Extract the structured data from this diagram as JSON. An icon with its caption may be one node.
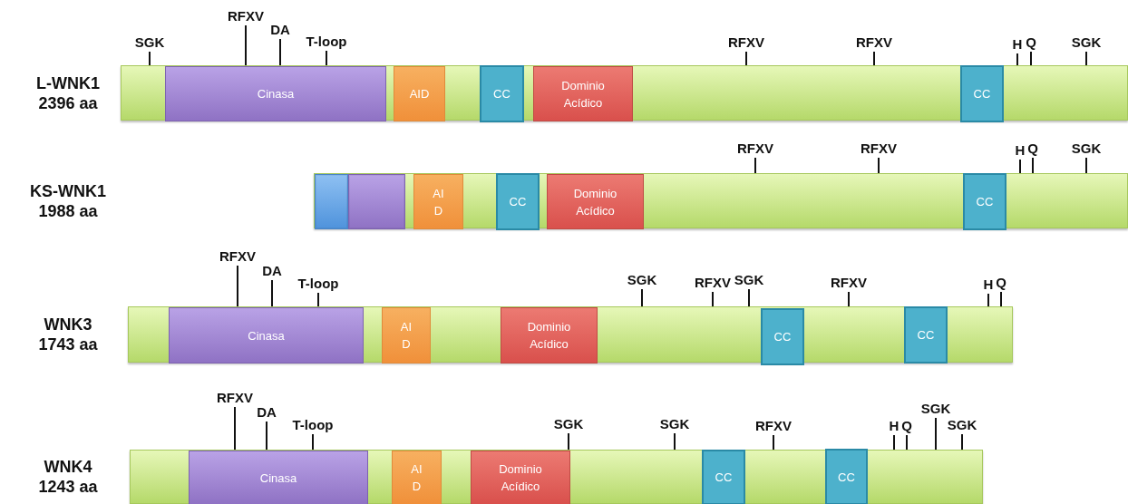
{
  "diagram": {
    "nodes": [
      {
        "text": [],
        "shape": "bar",
        "beside": [
          "L-WNK1",
          "2396 aa"
        ]
      },
      {
        "text": [
          "Cinasa"
        ],
        "in": 0
      },
      {
        "text": [
          "AID"
        ],
        "in": 0
      },
      {
        "text": [
          "CC"
        ],
        "in": 0
      },
      {
        "text": [
          "Dominio Acídico"
        ],
        "in": 0
      },
      {
        "text": [
          "CC"
        ],
        "in": 0
      },
      {
        "text": [],
        "shape": "bar",
        "beside": [
          "KS-WNK1",
          "1988 aa"
        ]
      },
      {
        "text": [],
        "shape": "box",
        "in": 6
      },
      {
        "text": [],
        "shape": "box",
        "in": 6
      },
      {
        "text": [
          "AI D"
        ],
        "in": 6
      },
      {
        "text": [
          "CC"
        ],
        "in": 6
      },
      {
        "text": [
          "Dominio Acídico"
        ],
        "in": 6
      },
      {
        "text": [
          "CC"
        ],
        "in": 6
      },
      {
        "text": [],
        "shape": "bar",
        "beside": [
          "WNK3",
          "1743 aa"
        ]
      },
      {
        "text": [
          "Cinasa"
        ],
        "in": 13
      },
      {
        "text": [
          "AI D"
        ],
        "in": 13
      },
      {
        "text": [
          "Dominio Acídico"
        ],
        "in": 13
      },
      {
        "text": [
          "CC"
        ],
        "in": 13
      },
      {
        "text": [
          "CC"
        ],
        "in": 13
      },
      {
        "text": [],
        "shape": "bar",
        "beside": [
          "WNK4",
          "1243 aa"
        ]
      },
      {
        "text": [
          "Cinasa"
        ],
        "in": 19
      },
      {
        "text": [
          "AI D"
        ],
        "in": 19
      },
      {
        "text": [
          "Dominio Acídico"
        ],
        "in": 19
      },
      {
        "text": [
          "CC"
        ],
        "in": 19
      },
      {
        "text": [
          "CC"
        ],
        "in": 19
      },
      {
        "text": [
          "SGK"
        ]
      },
      {
        "text": [
          "RFXV"
        ]
      },
      {
        "text": [
          "DA"
        ]
      },
      {
        "text": [
          "T-loop"
        ]
      },
      {
        "text": [
          "RFXV"
        ]
      },
      {
        "text": [
          "RFXV"
        ]
      },
      {
        "text": [
          "H"
        ]
      },
      {
        "text": [
          "Q"
        ]
      },
      {
        "text": [
          "SGK"
        ]
      },
      {
        "text": [
          "RFXV"
        ]
      },
      {
        "text": [
          "RFXV"
        ]
      },
      {
        "text": [
          "H"
        ]
      },
      {
        "text": [
          "Q"
        ]
      },
      {
        "text": [
          "SGK"
        ]
      },
      {
        "text": [
          "RFXV"
        ]
      },
      {
        "text": [
          "DA"
        ]
      },
      {
        "text": [
          "T-loop"
        ]
      },
      {
        "text": [
          "SGK"
        ]
      },
      {
        "text": [
          "RFXV"
        ]
      },
      {
        "text": [
          "SGK"
        ]
      },
      {
        "text": [
          "RFXV"
        ]
      },
      {
        "text": [
          "H"
        ]
      },
      {
        "text": [
          "Q"
        ]
      },
      {
        "text": [
          "RFXV"
        ]
      },
      {
        "text": [
          "DA"
        ]
      },
      {
        "text": [
          "T-loop"
        ]
      },
      {
        "text": [
          "SGK"
        ]
      },
      {
        "text": [
          "SGK"
        ]
      },
      {
        "text": [
          "RFXV"
        ]
      },
      {
        "text": [
          "H"
        ]
      },
      {
        "text": [
          "Q"
        ]
      },
      {
        "text": [
          "SGK"
        ]
      },
      {
        "text": [
          "SGK"
        ]
      }
    ],
    "edges": [
      {
        "from": 25,
        "to": 0,
        "arrow": "none"
      },
      {
        "from": 26,
        "to": 1,
        "arrow": "none"
      },
      {
        "from": 27,
        "to": 1,
        "arrow": "none"
      },
      {
        "from": 28,
        "to": 1,
        "arrow": "none"
      },
      {
        "from": 29,
        "to": 0,
        "arrow": "none"
      },
      {
        "from": 30,
        "to": 0,
        "arrow": "none"
      },
      {
        "from": 31,
        "to": 0,
        "arrow": "none"
      },
      {
        "from": 32,
        "to": 0,
        "arrow": "none"
      },
      {
        "from": 33,
        "to": 0,
        "arrow": "none"
      },
      {
        "from": 34,
        "to": 6,
        "arrow": "none"
      },
      {
        "from": 35,
        "to": 6,
        "arrow": "none"
      },
      {
        "from": 36,
        "to": 6,
        "arrow": "none"
      },
      {
        "from": 37,
        "to": 6,
        "arrow": "none"
      },
      {
        "from": 38,
        "to": 6,
        "arrow": "none"
      },
      {
        "from": 39,
        "to": 14,
        "arrow": "none"
      },
      {
        "from": 40,
        "to": 14,
        "arrow": "none"
      },
      {
        "from": 41,
        "to": 14,
        "arrow": "none"
      },
      {
        "from": 42,
        "to": 13,
        "arrow": "none"
      },
      {
        "from": 43,
        "to": 13,
        "arrow": "none"
      },
      {
        "from": 44,
        "to": 13,
        "arrow": "none"
      },
      {
        "from": 45,
        "to": 13,
        "arrow": "none"
      },
      {
        "from": 46,
        "to": 13,
        "arrow": "none"
      },
      {
        "from": 47,
        "to": 13,
        "arrow": "none"
      },
      {
        "from": 48,
        "to": 20,
        "arrow": "none"
      },
      {
        "from": 49,
        "to": 20,
        "arrow": "none"
      },
      {
        "from": 50,
        "to": 20,
        "arrow": "none"
      },
      {
        "from": 51,
        "to": 22,
        "arrow": "none"
      },
      {
        "from": 52,
        "to": 19,
        "arrow": "none"
      },
      {
        "from": 53,
        "to": 19,
        "arrow": "none"
      },
      {
        "from": 54,
        "to": 19,
        "arrow": "none"
      },
      {
        "from": 55,
        "to": 19,
        "arrow": "none"
      },
      {
        "from": 56,
        "to": 19,
        "arrow": "none"
      },
      {
        "from": 57,
        "to": 19,
        "arrow": "none"
      }
    ]
  }
}
